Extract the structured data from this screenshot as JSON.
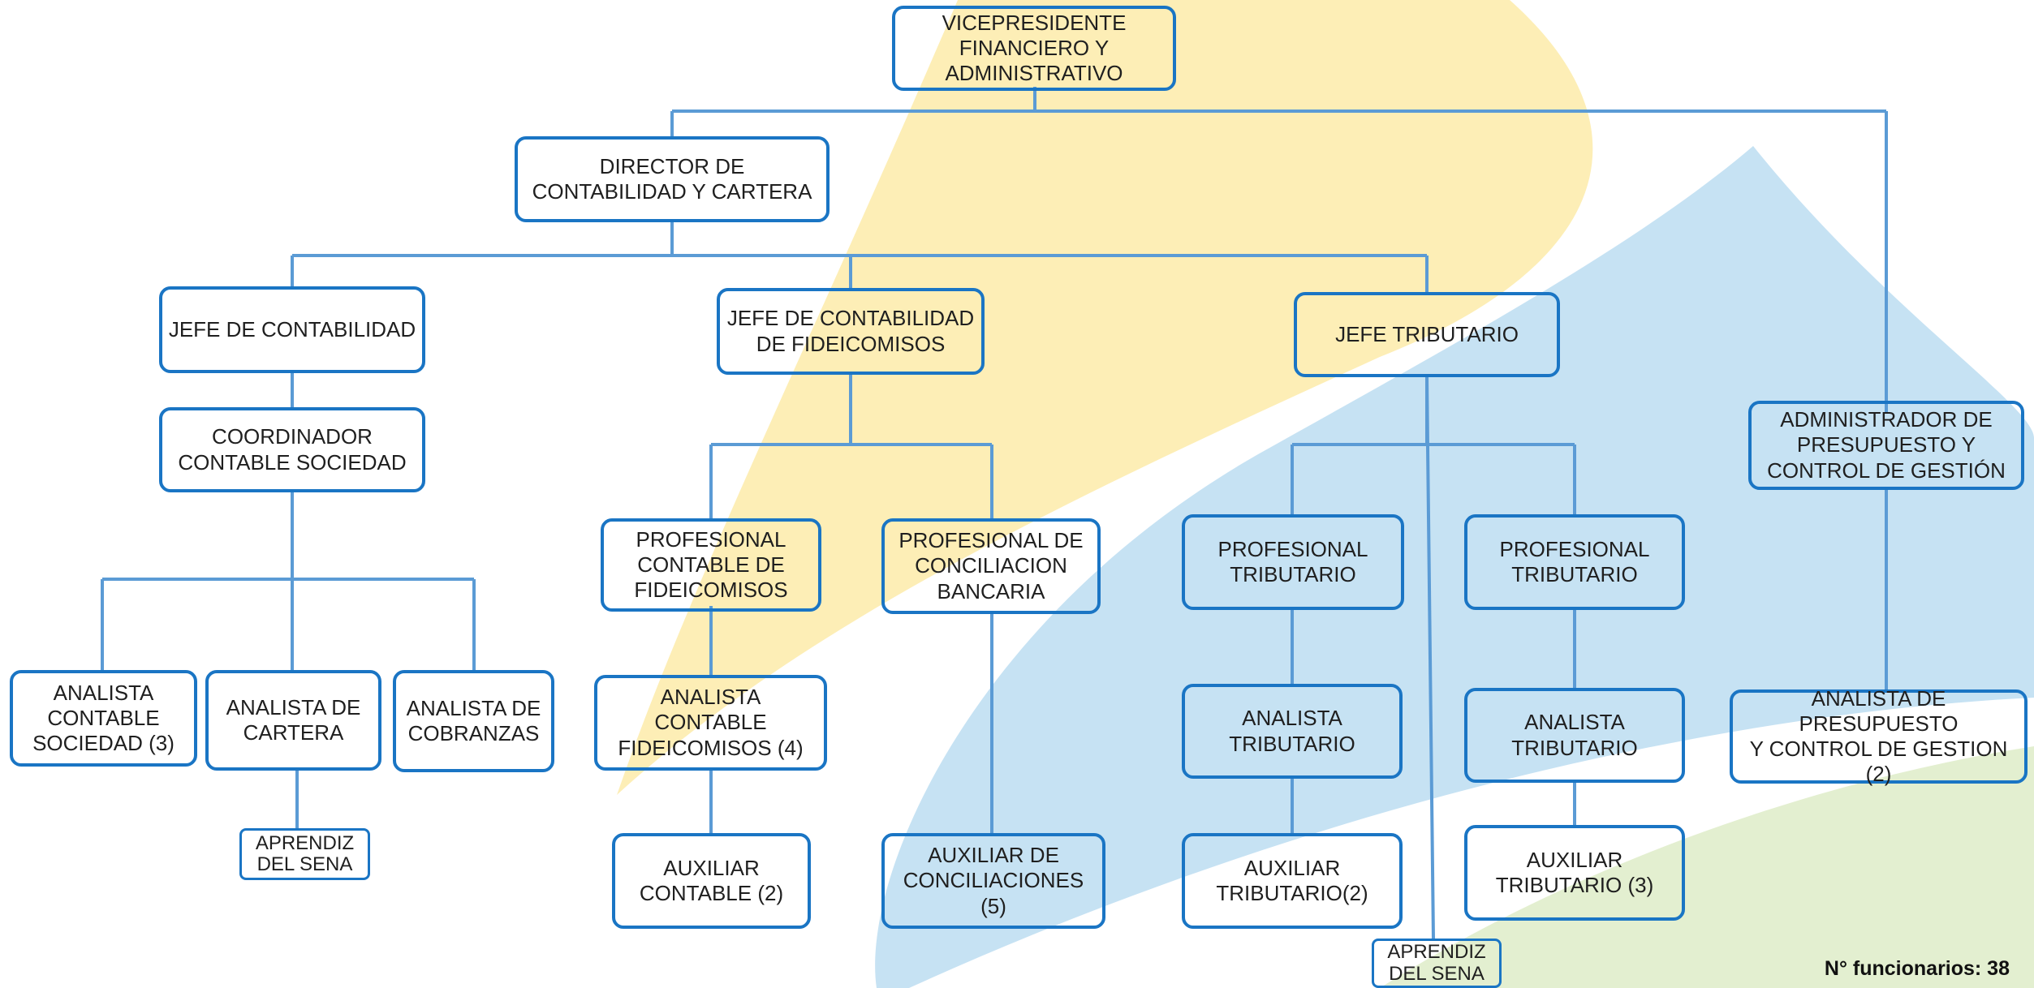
{
  "nodes": {
    "vicepresidente": "VICEPRESIDENTE\nFINANCIERO Y\nADMINISTRATIVO",
    "director": "DIRECTOR DE\nCONTABILIDAD Y CARTERA",
    "jefe_contabilidad": "JEFE DE CONTABILIDAD",
    "jefe_fideicomisos": "JEFE DE CONTABILIDAD\nDE FIDEICOMISOS",
    "jefe_tributario": "JEFE TRIBUTARIO",
    "administrador_presupuesto": "ADMINISTRADOR DE\nPRESUPUESTO Y\nCONTROL DE GESTIÓN",
    "coordinador": "COORDINADOR\nCONTABLE SOCIEDAD",
    "analista_sociedad": "ANALISTA\nCONTABLE\nSOCIEDAD (3)",
    "analista_cartera": "ANALISTA DE\nCARTERA",
    "analista_cobranzas": "ANALISTA DE\nCOBRANZAS",
    "aprendiz_1": "APRENDIZ\nDEL SENA",
    "profesional_fideicomisos": "PROFESIONAL\nCONTABLE DE\nFIDEICOMISOS",
    "profesional_conciliacion": "PROFESIONAL DE\nCONCILIACION\nBANCARIA",
    "analista_fideicomisos": "ANALISTA\nCONTABLE\nFIDEICOMISOS (4)",
    "auxiliar_contable": "AUXILIAR\nCONTABLE (2)",
    "auxiliar_conciliaciones": "AUXILIAR DE\nCONCILIACIONES\n(5)",
    "profesional_tributario_1": "PROFESIONAL\nTRIBUTARIO",
    "profesional_tributario_2": "PROFESIONAL\nTRIBUTARIO",
    "analista_tributario_1": "ANALISTA\nTRIBUTARIO",
    "analista_tributario_2": "ANALISTA\nTRIBUTARIO",
    "auxiliar_tributario_1": "AUXILIAR\nTRIBUTARIO(2)",
    "auxiliar_tributario_2": "AUXILIAR\nTRIBUTARIO (3)",
    "aprendiz_2": "APRENDIZ\nDEL SENA",
    "analista_presupuesto": "ANALISTA DE PRESUPUESTO\nY CONTROL DE GESTION (2)"
  },
  "footer": "N° funcionarios: 38",
  "colors": {
    "box_border": "#1a75c4",
    "connector": "#5b9bd5",
    "background_yellow": "#fdeeb6",
    "background_blue": "#c6e2f3",
    "background_green": "#e3efd0"
  }
}
